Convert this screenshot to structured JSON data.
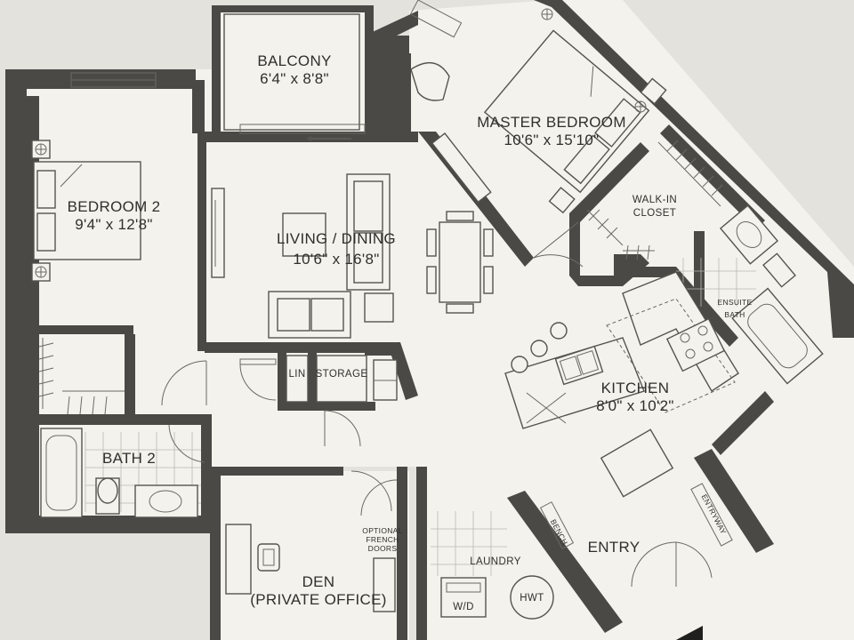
{
  "rooms": {
    "balcony": {
      "name": "BALCONY",
      "size": "6'4\" x 8'8\""
    },
    "master_bedroom": {
      "name": "MASTER BEDROOM",
      "size": "10'6\" x 15'10\""
    },
    "bedroom2": {
      "name": "BEDROOM 2",
      "size": "9'4\" x 12'8\""
    },
    "living_dining": {
      "name": "LIVING / DINING",
      "size": "10'6\" x 16'8\""
    },
    "kitchen": {
      "name": "KITCHEN",
      "size": "8'0\" x 10'2\""
    },
    "den": {
      "name": "DEN",
      "subtitle": "(PRIVATE OFFICE)"
    },
    "bath2": {
      "name": "BATH 2"
    },
    "entry": {
      "name": "ENTRY"
    }
  },
  "labels": {
    "walk_in_1": "WALK-IN",
    "walk_in_2": "CLOSET",
    "ensuite_1": "ENSUITE",
    "ensuite_2": "BATH",
    "lin": "LIN",
    "storage": "STORAGE",
    "laundry": "LAUNDRY",
    "wd": "W/D",
    "hwt": "HWT",
    "bench": "BENCH",
    "entryway": "ENTRYWAY",
    "french_1": "OPTIONAL",
    "french_2": "FRENCH",
    "french_3": "DOORS"
  },
  "colors": {
    "background": "#e3e2dd",
    "floor": "#f3f2ec",
    "wall": "#4a4945",
    "text": "#2f2f2d"
  }
}
